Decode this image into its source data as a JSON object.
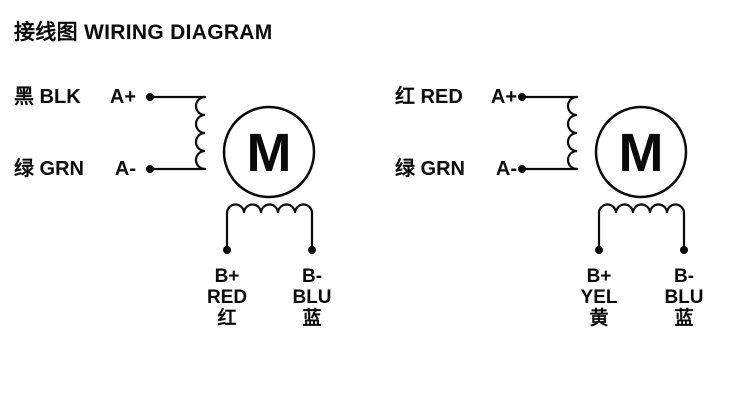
{
  "title": "接线图 WIRING DIAGRAM",
  "motor_symbol": "M",
  "diagrams": [
    {
      "side": "left",
      "phase_a": {
        "plus": {
          "wire": "黑 BLK",
          "terminal": "A+"
        },
        "minus": {
          "wire": "绿 GRN",
          "terminal": "A-"
        }
      },
      "phase_b": {
        "plus": {
          "terminal": "B+",
          "wire_en": "RED",
          "wire_cn": "红"
        },
        "minus": {
          "terminal": "B-",
          "wire_en": "BLU",
          "wire_cn": "蓝"
        }
      }
    },
    {
      "side": "right",
      "phase_a": {
        "plus": {
          "wire": "红 RED",
          "terminal": "A+"
        },
        "minus": {
          "wire": "绿 GRN",
          "terminal": "A-"
        }
      },
      "phase_b": {
        "plus": {
          "terminal": "B+",
          "wire_en": "YEL",
          "wire_cn": "黄"
        },
        "minus": {
          "terminal": "B-",
          "wire_en": "BLU",
          "wire_cn": "蓝"
        }
      }
    }
  ]
}
